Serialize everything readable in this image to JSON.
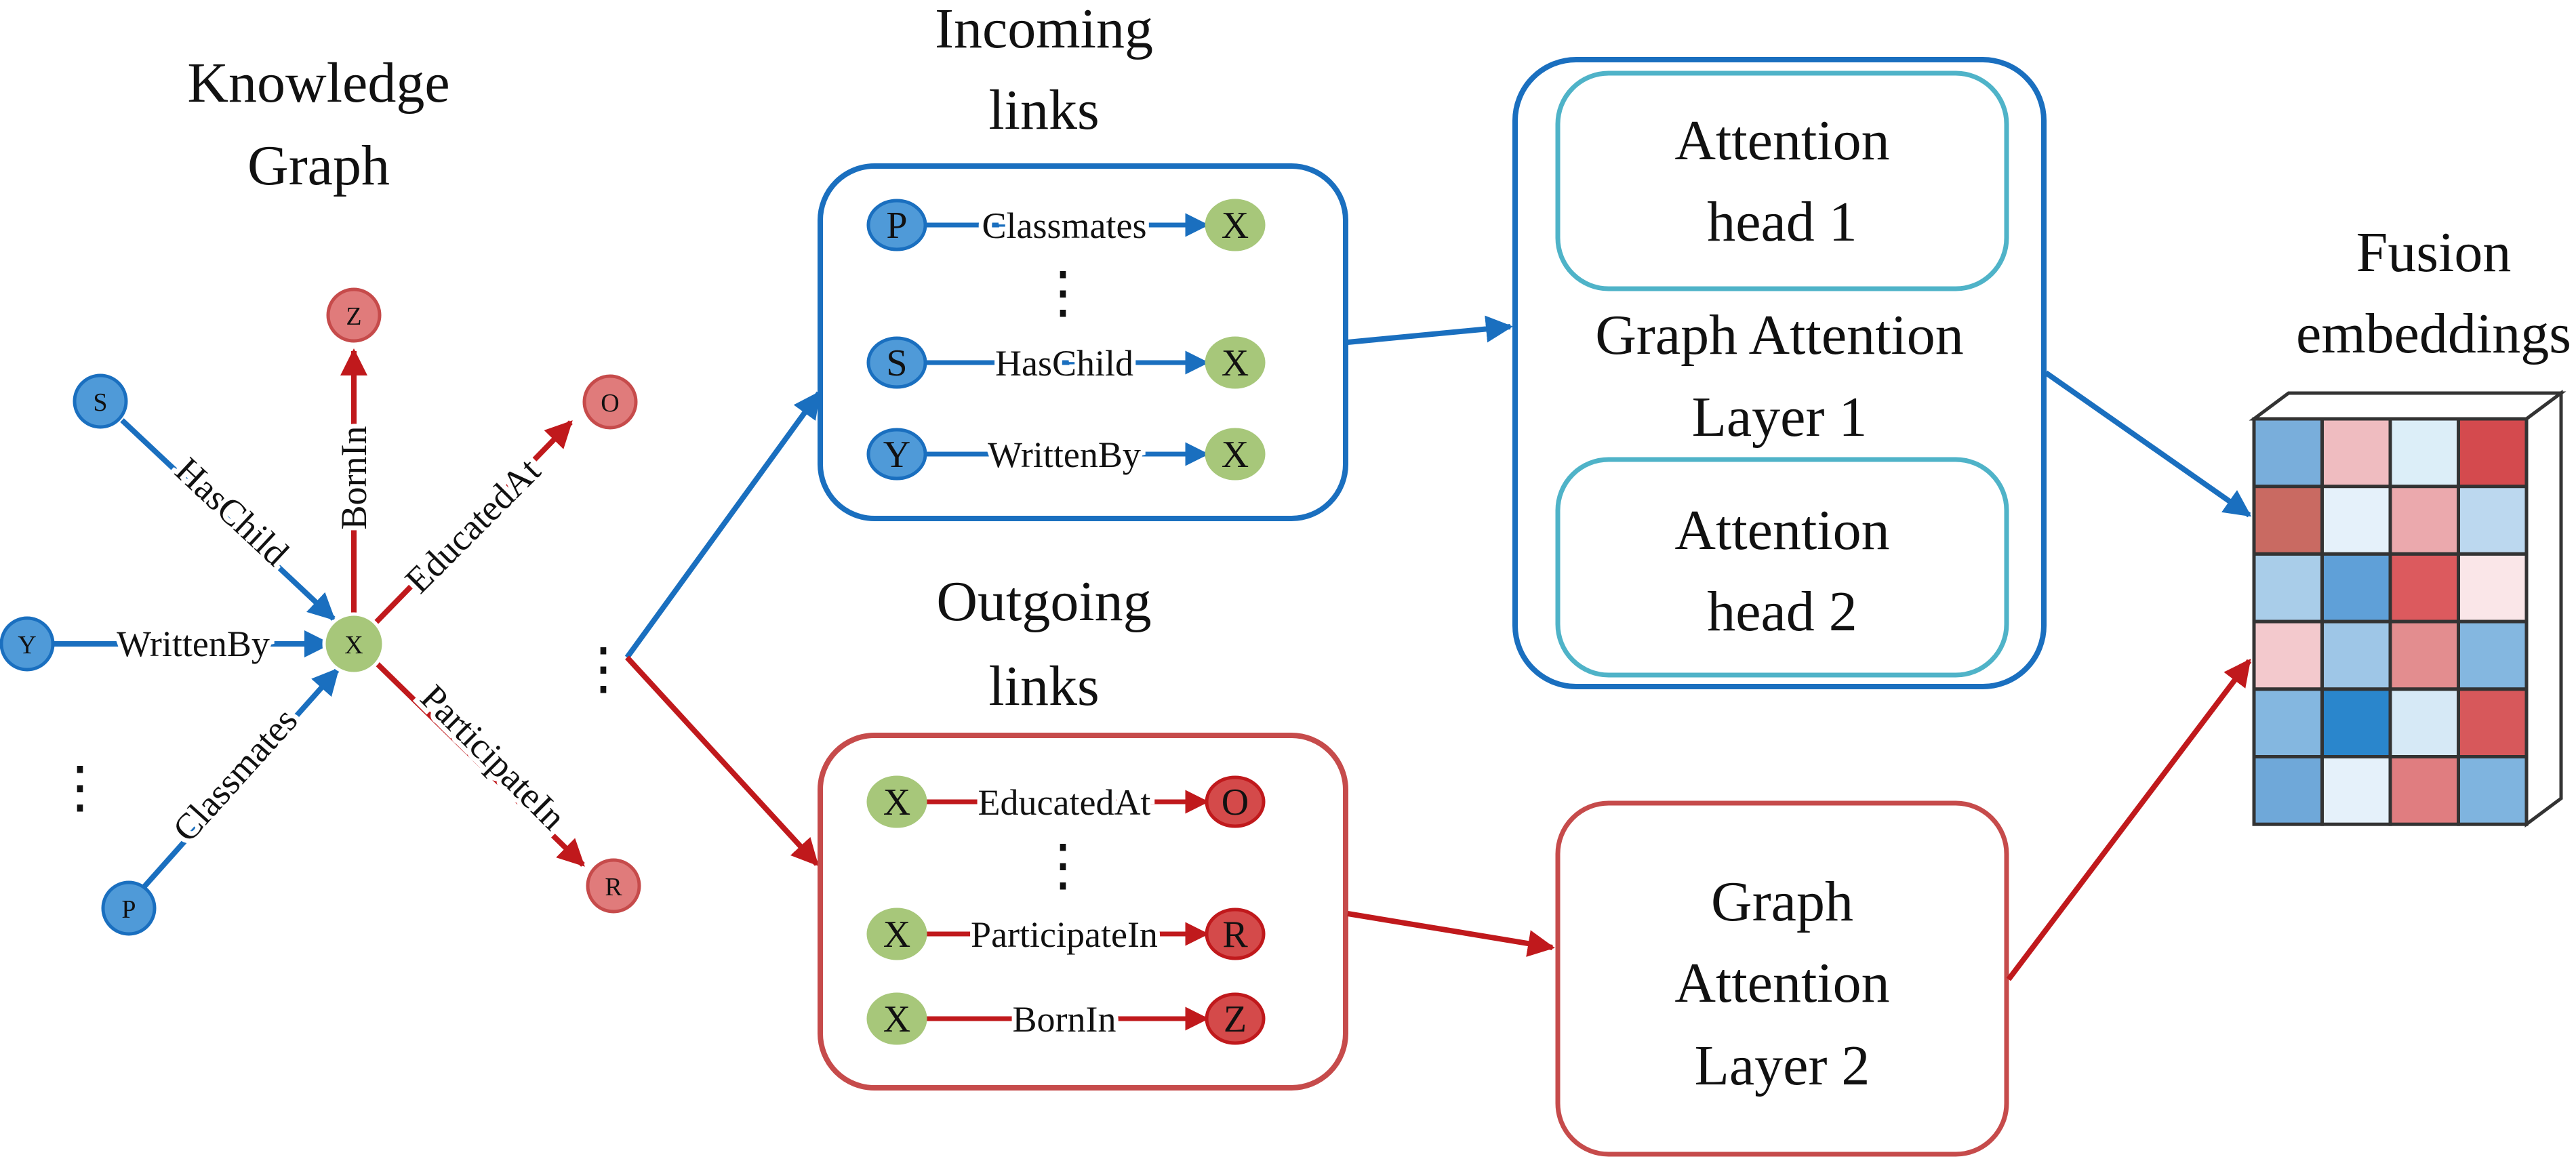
{
  "colors": {
    "blue": "#1a6fbf",
    "blue_fill": "#4f9ad8",
    "red": "#c0191c",
    "red_fill": "#e07b7b",
    "red_fill_dark": "#d44a4a",
    "green_fill": "#a7c77a",
    "teal": "#4fb3c8",
    "red_box": "#c64b4b"
  },
  "knowledge_graph": {
    "title_line1": "Knowledge",
    "title_line2": "Graph",
    "center": "X",
    "nodes": [
      {
        "id": "Z",
        "label": "Z",
        "kind": "red"
      },
      {
        "id": "O",
        "label": "O",
        "kind": "red"
      },
      {
        "id": "R",
        "label": "R",
        "kind": "red"
      },
      {
        "id": "S",
        "label": "S",
        "kind": "blue"
      },
      {
        "id": "Y",
        "label": "Y",
        "kind": "blue"
      },
      {
        "id": "P",
        "label": "P",
        "kind": "blue"
      }
    ],
    "edges": [
      {
        "from": "S",
        "to": "X",
        "label": "HasChild",
        "direction": "incoming"
      },
      {
        "from": "Y",
        "to": "X",
        "label": "WrittenBy",
        "direction": "incoming"
      },
      {
        "from": "P",
        "to": "X",
        "label": "Classmates",
        "direction": "incoming"
      },
      {
        "from": "X",
        "to": "Z",
        "label": "BornIn",
        "direction": "outgoing"
      },
      {
        "from": "X",
        "to": "O",
        "label": "EducatedAt",
        "direction": "outgoing"
      },
      {
        "from": "X",
        "to": "R",
        "label": "ParticipateIn",
        "direction": "outgoing"
      }
    ],
    "ellipsis": "⋮"
  },
  "incoming": {
    "title_line1": "Incoming",
    "title_line2": "links",
    "rows": [
      {
        "from": "P",
        "relation": "Classmates",
        "to": "X"
      },
      {
        "from": "S",
        "relation": "HasChild",
        "to": "X"
      },
      {
        "from": "Y",
        "relation": "WrittenBy",
        "to": "X"
      }
    ],
    "ellipsis": "⋮"
  },
  "outgoing": {
    "title_line1": "Outgoing",
    "title_line2": "links",
    "rows": [
      {
        "from": "X",
        "relation": "EducatedAt",
        "to": "O"
      },
      {
        "from": "X",
        "relation": "ParticipateIn",
        "to": "R"
      },
      {
        "from": "X",
        "relation": "BornIn",
        "to": "Z"
      }
    ],
    "ellipsis": "⋮"
  },
  "gat1": {
    "head1_line1": "Attention",
    "head1_line2": "head 1",
    "label_line1": "Graph Attention",
    "label_line2": "Layer 1",
    "head2_line1": "Attention",
    "head2_line2": "head 2"
  },
  "gat2": {
    "line1": "Graph",
    "line2": "Attention",
    "line3": "Layer 2"
  },
  "fusion": {
    "title_line1": "Fusion",
    "title_line2": "embeddings",
    "grid": [
      [
        "#79aedb",
        "#efbcc0",
        "#dceef8",
        "#d44a4e"
      ],
      [
        "#c96a62",
        "#e5f1fa",
        "#eba9ad",
        "#bcd8ef"
      ],
      [
        "#a9cde9",
        "#5fa0d8",
        "#dc5a5e",
        "#fae6e8"
      ],
      [
        "#f3c9cd",
        "#9ec6e7",
        "#e38d8f",
        "#84b7e0"
      ],
      [
        "#84b7e0",
        "#2a86cc",
        "#d6e9f6",
        "#d7585b"
      ],
      [
        "#6fa8d9",
        "#e5f1fa",
        "#e07d80",
        "#7fb4df"
      ]
    ]
  }
}
